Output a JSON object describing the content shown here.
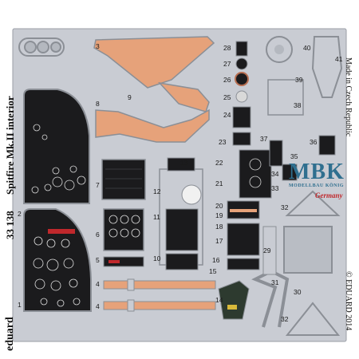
{
  "product": {
    "code": "33 138",
    "title": "Spitfire Mk.II interior",
    "brand": "eduard",
    "made_in": "Made in Czech Republic",
    "copyright": "© EDUARD 2014"
  },
  "watermark": {
    "name": "MBK",
    "subline": "MODELLBAU KÖNIG",
    "country": "Germany"
  },
  "part_numbers": [
    "1",
    "2",
    "3",
    "4",
    "4",
    "5",
    "6",
    "7",
    "8",
    "9",
    "10",
    "11",
    "12",
    "13",
    "14",
    "15",
    "16",
    "17",
    "18",
    "19",
    "20",
    "21",
    "22",
    "23",
    "24",
    "25",
    "26",
    "27",
    "28",
    "29",
    "30",
    "31",
    "32",
    "32",
    "33",
    "34",
    "35",
    "36",
    "37",
    "38",
    "39",
    "40",
    "41"
  ],
  "colors": {
    "sheet": "#c9ccd3",
    "tan": "#e6a27a",
    "panel": "#1b1b1d",
    "border": "#8b8f96",
    "watermark": "#2f6f8f"
  }
}
